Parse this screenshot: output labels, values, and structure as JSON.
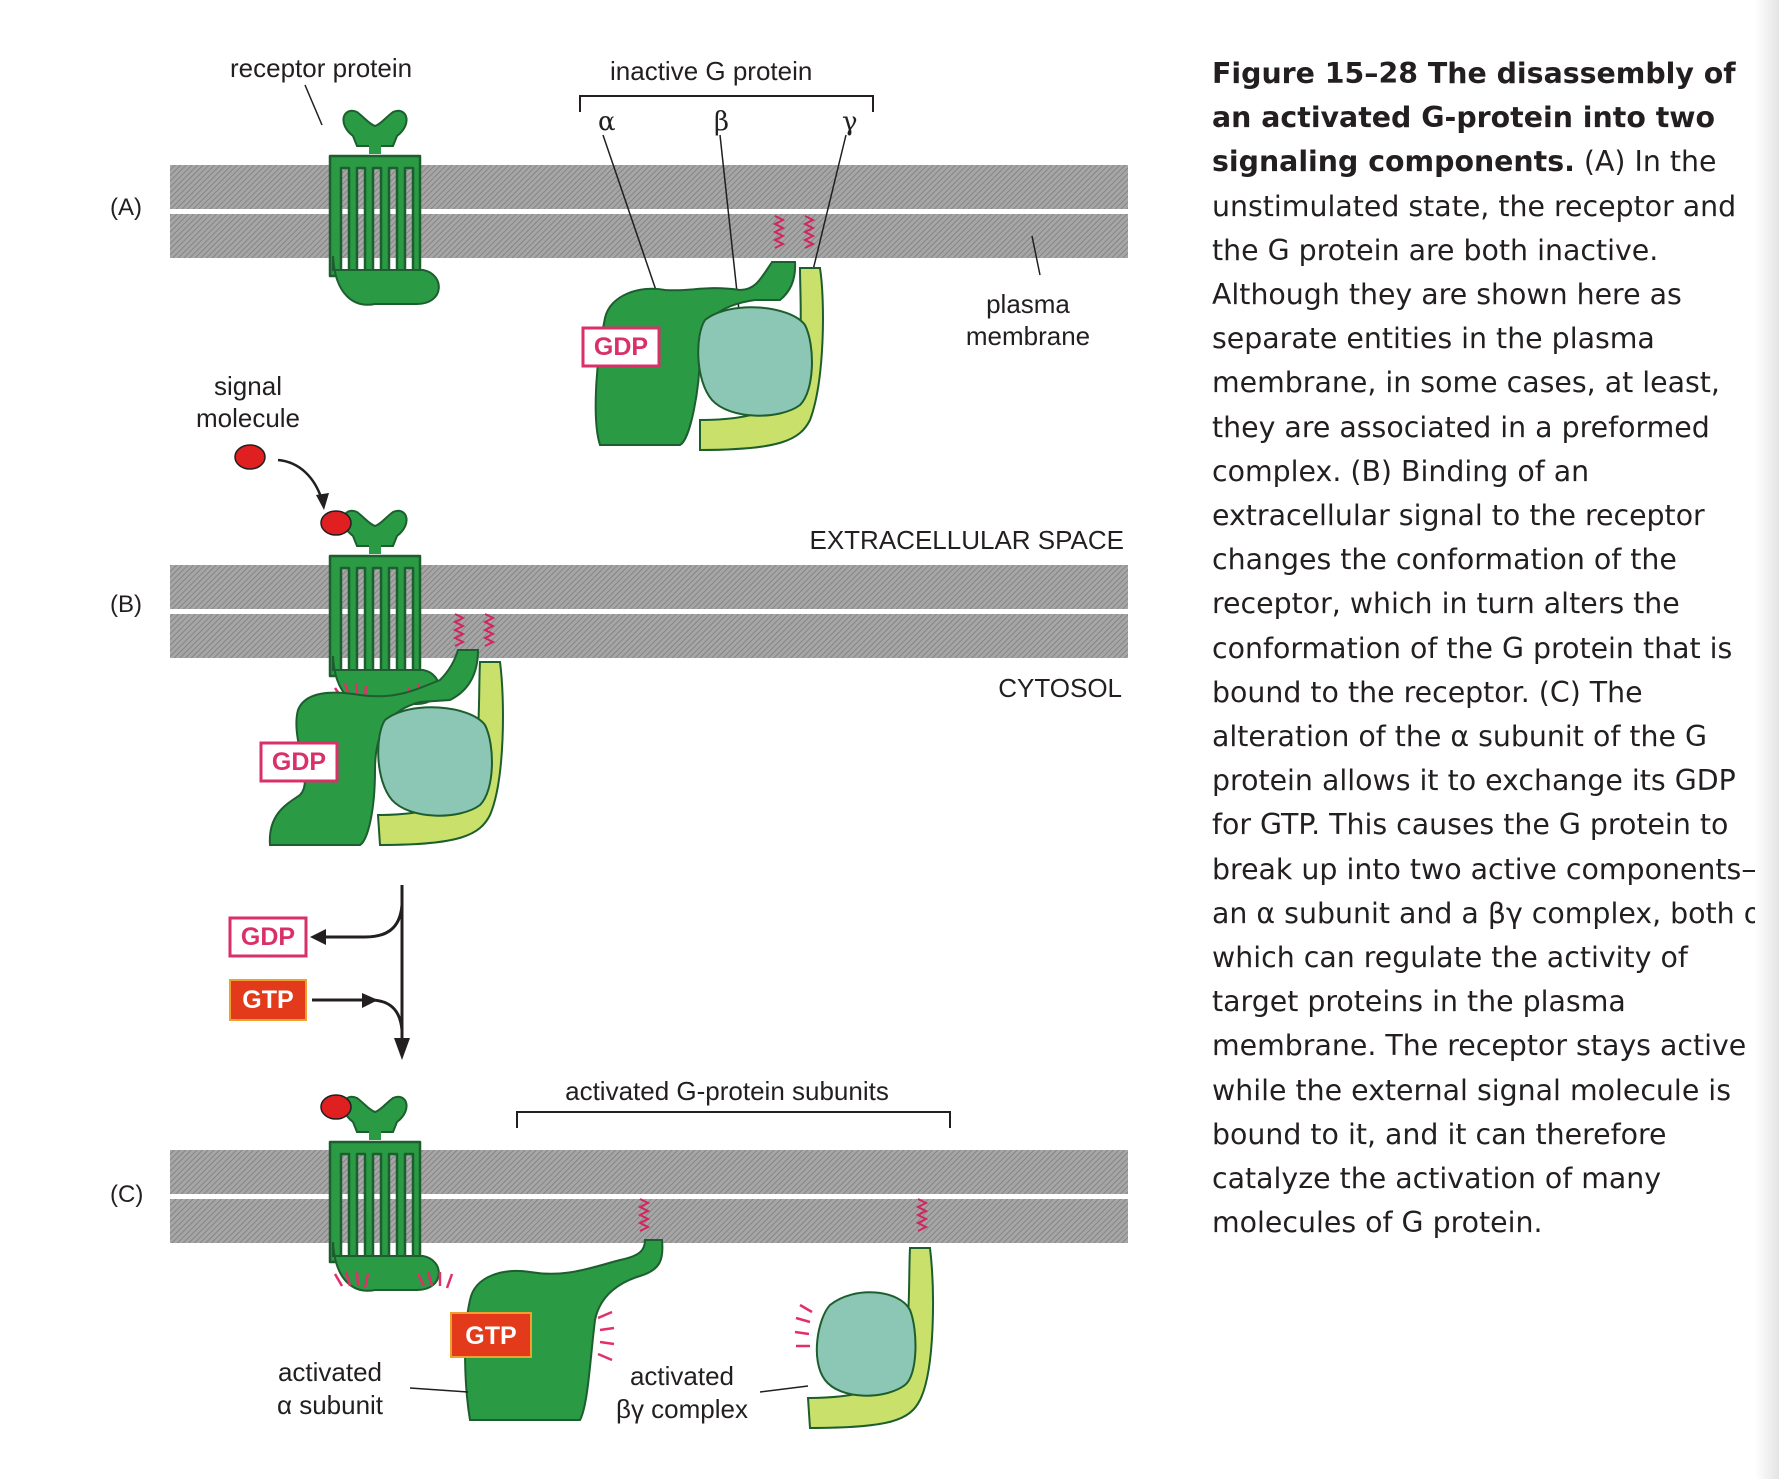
{
  "panels": {
    "a": "(A)",
    "b": "(B)",
    "c": "(C)"
  },
  "labels": {
    "receptor_protein": "receptor protein",
    "inactive_g_protein": "inactive G protein",
    "alpha": "α",
    "beta": "β",
    "gamma": "γ",
    "plasma_membrane_line1": "plasma",
    "plasma_membrane_line2": "membrane",
    "signal_molecule_line1": "signal",
    "signal_molecule_line2": "molecule",
    "extracellular_space": "EXTRACELLULAR SPACE",
    "cytosol": "CYTOSOL",
    "gdp": "GDP",
    "gtp": "GTP",
    "activated_subunits": "activated G-protein subunits",
    "activated_alpha_line1": "activated",
    "activated_alpha_line2": "α subunit",
    "activated_bg_line1": "activated",
    "activated_bg_line2": "βγ complex"
  },
  "caption": {
    "title": "Figure 15–28 The disassembly of an activated G-protein into two signaling components.",
    "body": " (A) In the unstimulated state, the receptor and the G protein are both inactive. Although they are shown here as separate entities in the plasma membrane, in some cases, at least, they are associated in a preformed complex. (B) Binding of an extracellular signal to the receptor changes the conformation of the receptor, which in turn alters the conformation of the G protein that is bound to the receptor. (C) The alteration of the α subunit of the G protein allows it to exchange its GDP for GTP. This causes the G protein to break up into two active components—an α subunit and a βγ complex, both of which can regulate the activity of target proteins in the plasma membrane. The receptor stays active while the external signal molecule is bound to it, and it can therefore catalyze the activation of many molecules of G protein."
  },
  "colors": {
    "alpha_subunit": "#2a9a45",
    "beta_subunit": "#8cc7b5",
    "gamma_subunit": "#c9e06a",
    "signal_molecule": "#e02020",
    "gdp_border": "#d9306a",
    "gtp_fill": "#e23a1a",
    "membrane": "#9a9a9a"
  }
}
